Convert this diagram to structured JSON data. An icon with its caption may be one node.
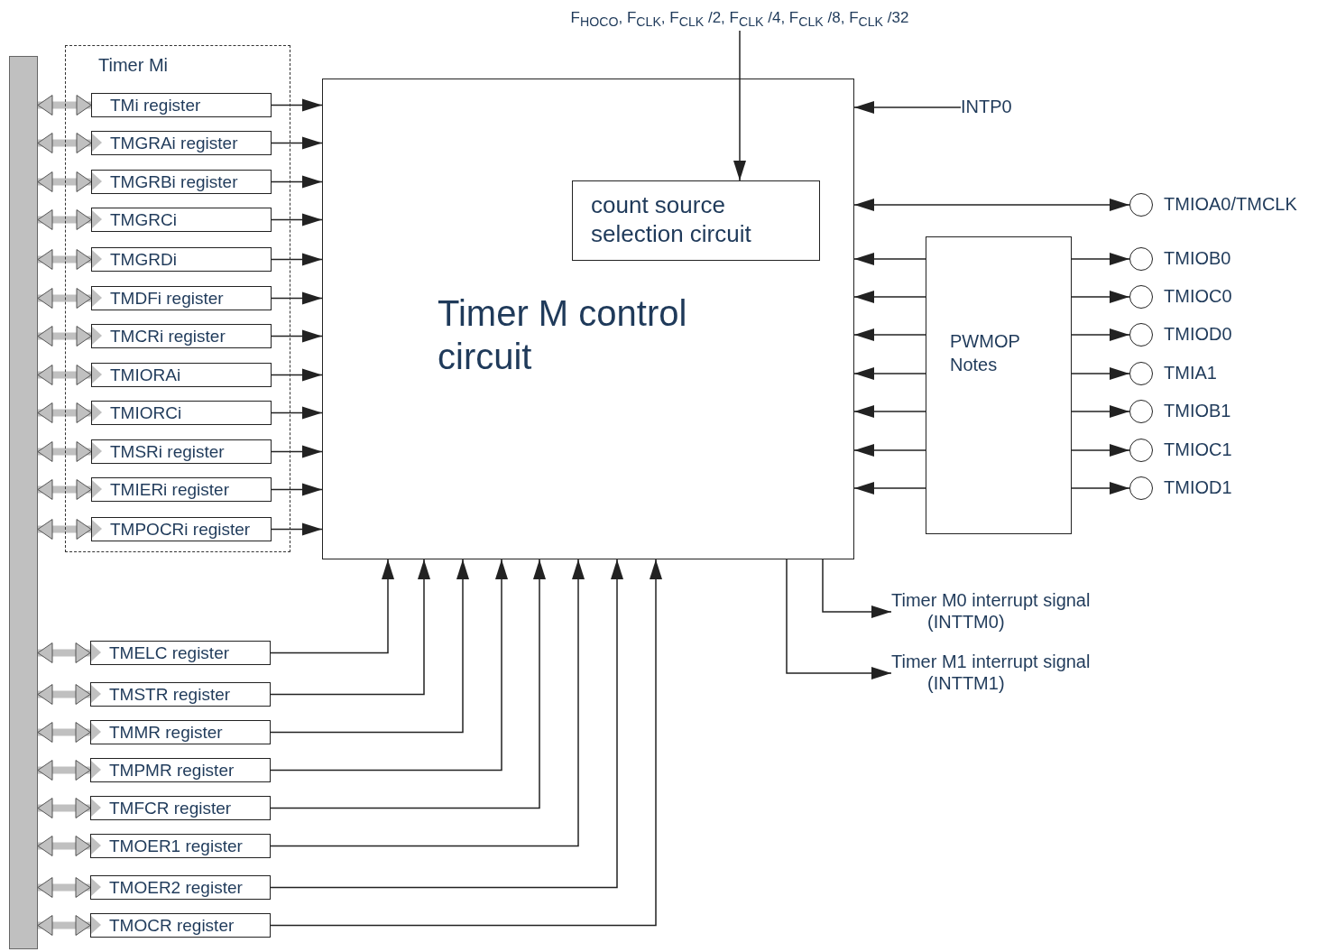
{
  "diagram": {
    "nodes": [
      {
        "text": [],
        "shape": "bar"
      },
      {
        "text": [
          "Timer Mi"
        ]
      },
      {
        "text": [
          "TMi register"
        ],
        "in": 1
      },
      {
        "text": [
          "TMGRAi register"
        ],
        "in": 1
      },
      {
        "text": [
          "TMGRBi register"
        ],
        "in": 1
      },
      {
        "text": [
          "TMGRCi"
        ],
        "in": 1
      },
      {
        "text": [
          "TMGRDi"
        ],
        "in": 1
      },
      {
        "text": [
          "TMDFi register"
        ],
        "in": 1
      },
      {
        "text": [
          "TMCRi register"
        ],
        "in": 1
      },
      {
        "text": [
          "TMIORAi"
        ],
        "in": 1
      },
      {
        "text": [
          "TMIORCi"
        ],
        "in": 1
      },
      {
        "text": [
          "TMSRi register"
        ],
        "in": 1
      },
      {
        "text": [
          "TMIERi register"
        ],
        "in": 1
      },
      {
        "text": [
          "TMPOCRi register"
        ],
        "in": 1
      },
      {
        "text": [
          "Timer M control circuit"
        ]
      },
      {
        "text": [
          "count source selection circuit"
        ],
        "in": 14
      },
      {
        "text": [
          "F$_{HOCO}$, F$_{CLK}$, F$_{CLK}$ /2, F$_{CLK}$ /4, F$_{CLK}$ /8, F$_{CLK}$ /32"
        ]
      },
      {
        "text": [
          "INTP0"
        ]
      },
      {
        "text": [
          "PWMOP Notes"
        ]
      },
      {
        "text": [],
        "shape": "circle",
        "beside": [
          "TMIOA0/TMCLK"
        ]
      },
      {
        "text": [],
        "shape": "circle",
        "beside": [
          "TMIOB0"
        ]
      },
      {
        "text": [],
        "shape": "circle",
        "beside": [
          "TMIOC0"
        ]
      },
      {
        "text": [],
        "shape": "circle",
        "beside": [
          "TMIOD0"
        ]
      },
      {
        "text": [],
        "shape": "circle",
        "beside": [
          "TMIA1"
        ]
      },
      {
        "text": [],
        "shape": "circle",
        "beside": [
          "TMIOB1"
        ]
      },
      {
        "text": [],
        "shape": "circle",
        "beside": [
          "TMIOC1"
        ]
      },
      {
        "text": [],
        "shape": "circle",
        "beside": [
          "TMIOD1"
        ]
      },
      {
        "text": [
          "Timer M0 interrupt signal (INTTM0)"
        ]
      },
      {
        "text": [
          "Timer M1 interrupt signal (INTTM1)"
        ]
      },
      {
        "text": [
          "TMELC register"
        ]
      },
      {
        "text": [
          "TMSTR register"
        ]
      },
      {
        "text": [
          "TMMR register"
        ]
      },
      {
        "text": [
          "TMPMR register"
        ]
      },
      {
        "text": [
          "TMFCR register"
        ]
      },
      {
        "text": [
          "TMOER1 register"
        ]
      },
      {
        "text": [
          "TMOER2 register"
        ]
      },
      {
        "text": [
          "TMOCR register"
        ]
      }
    ],
    "edges": [
      {
        "from": 0,
        "to": 2,
        "arrow": "both",
        "style": "thick",
        "color": "#c0c0c0"
      },
      {
        "from": 0,
        "to": 3,
        "arrow": "both",
        "style": "thick",
        "color": "#c0c0c0"
      },
      {
        "from": 0,
        "to": 4,
        "arrow": "both",
        "style": "thick",
        "color": "#c0c0c0"
      },
      {
        "from": 0,
        "to": 5,
        "arrow": "both",
        "style": "thick",
        "color": "#c0c0c0"
      },
      {
        "from": 0,
        "to": 6,
        "arrow": "both",
        "style": "thick",
        "color": "#c0c0c0"
      },
      {
        "from": 0,
        "to": 7,
        "arrow": "both",
        "style": "thick",
        "color": "#c0c0c0"
      },
      {
        "from": 0,
        "to": 8,
        "arrow": "both",
        "style": "thick",
        "color": "#c0c0c0"
      },
      {
        "from": 0,
        "to": 9,
        "arrow": "both",
        "style": "thick",
        "color": "#c0c0c0"
      },
      {
        "from": 0,
        "to": 10,
        "arrow": "both",
        "style": "thick",
        "color": "#c0c0c0"
      },
      {
        "from": 0,
        "to": 11,
        "arrow": "both",
        "style": "thick",
        "color": "#c0c0c0"
      },
      {
        "from": 0,
        "to": 12,
        "arrow": "both",
        "style": "thick",
        "color": "#c0c0c0"
      },
      {
        "from": 0,
        "to": 13,
        "arrow": "both",
        "style": "thick",
        "color": "#c0c0c0"
      },
      {
        "from": 0,
        "to": 29,
        "arrow": "both",
        "style": "thick",
        "color": "#c0c0c0"
      },
      {
        "from": 0,
        "to": 30,
        "arrow": "both",
        "style": "thick",
        "color": "#c0c0c0"
      },
      {
        "from": 0,
        "to": 31,
        "arrow": "both",
        "style": "thick",
        "color": "#c0c0c0"
      },
      {
        "from": 0,
        "to": 32,
        "arrow": "both",
        "style": "thick",
        "color": "#c0c0c0"
      },
      {
        "from": 0,
        "to": 33,
        "arrow": "both",
        "style": "thick",
        "color": "#c0c0c0"
      },
      {
        "from": 0,
        "to": 34,
        "arrow": "both",
        "style": "thick",
        "color": "#c0c0c0"
      },
      {
        "from": 0,
        "to": 35,
        "arrow": "both",
        "style": "thick",
        "color": "#c0c0c0"
      },
      {
        "from": 0,
        "to": 36,
        "arrow": "both",
        "style": "thick",
        "color": "#c0c0c0"
      },
      {
        "from": 2,
        "to": 14,
        "arrow": "to"
      },
      {
        "from": 3,
        "to": 14,
        "arrow": "to"
      },
      {
        "from": 4,
        "to": 14,
        "arrow": "to"
      },
      {
        "from": 5,
        "to": 14,
        "arrow": "to"
      },
      {
        "from": 6,
        "to": 14,
        "arrow": "to"
      },
      {
        "from": 7,
        "to": 14,
        "arrow": "to"
      },
      {
        "from": 8,
        "to": 14,
        "arrow": "to"
      },
      {
        "from": 9,
        "to": 14,
        "arrow": "to"
      },
      {
        "from": 10,
        "to": 14,
        "arrow": "to"
      },
      {
        "from": 11,
        "to": 14,
        "arrow": "to"
      },
      {
        "from": 12,
        "to": 14,
        "arrow": "to"
      },
      {
        "from": 13,
        "to": 14,
        "arrow": "to"
      },
      {
        "from": 29,
        "to": 14,
        "arrow": "to"
      },
      {
        "from": 30,
        "to": 14,
        "arrow": "to"
      },
      {
        "from": 31,
        "to": 14,
        "arrow": "to"
      },
      {
        "from": 32,
        "to": 14,
        "arrow": "to"
      },
      {
        "from": 33,
        "to": 14,
        "arrow": "to"
      },
      {
        "from": 34,
        "to": 14,
        "arrow": "to"
      },
      {
        "from": 35,
        "to": 14,
        "arrow": "to"
      },
      {
        "from": 36,
        "to": 14,
        "arrow": "to"
      },
      {
        "from": 16,
        "to": 15,
        "arrow": "to"
      },
      {
        "from": 17,
        "to": 14,
        "arrow": "to"
      },
      {
        "from": 14,
        "to": 19,
        "arrow": "both"
      },
      {
        "from": 18,
        "to": 14,
        "arrow": "to"
      },
      {
        "from": 18,
        "to": 14,
        "arrow": "to"
      },
      {
        "from": 18,
        "to": 14,
        "arrow": "to"
      },
      {
        "from": 18,
        "to": 14,
        "arrow": "to"
      },
      {
        "from": 18,
        "to": 14,
        "arrow": "to"
      },
      {
        "from": 18,
        "to": 14,
        "arrow": "to"
      },
      {
        "from": 18,
        "to": 14,
        "arrow": "to"
      },
      {
        "from": 18,
        "to": 20,
        "arrow": "to"
      },
      {
        "from": 18,
        "to": 21,
        "arrow": "to"
      },
      {
        "from": 18,
        "to": 22,
        "arrow": "to"
      },
      {
        "from": 18,
        "to": 23,
        "arrow": "to"
      },
      {
        "from": 18,
        "to": 24,
        "arrow": "to"
      },
      {
        "from": 18,
        "to": 25,
        "arrow": "to"
      },
      {
        "from": 18,
        "to": 26,
        "arrow": "to"
      },
      {
        "from": 14,
        "to": 27,
        "arrow": "to"
      },
      {
        "from": 14,
        "to": 28,
        "arrow": "to"
      }
    ]
  }
}
